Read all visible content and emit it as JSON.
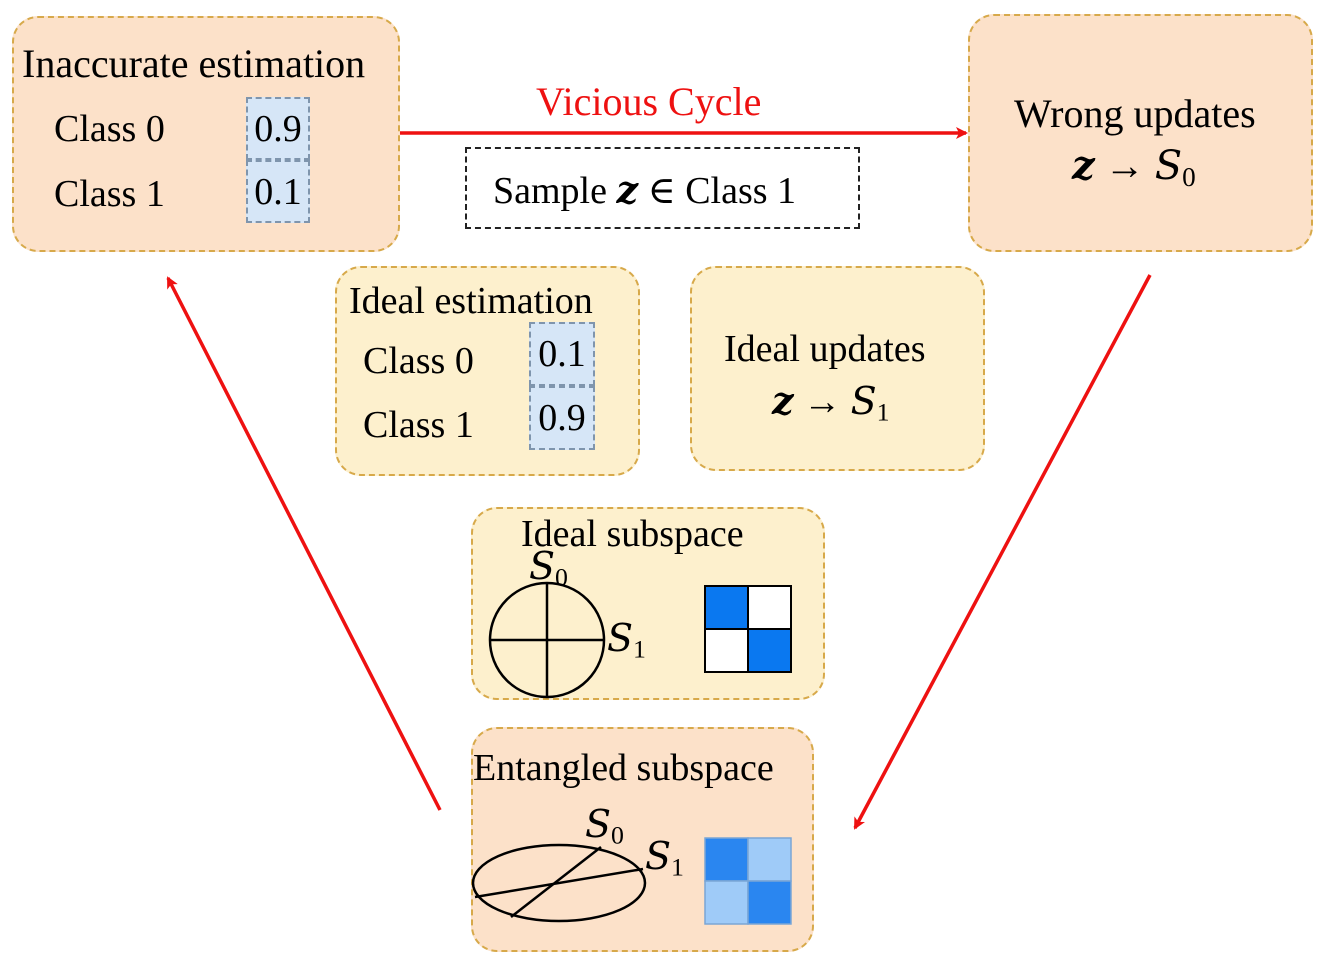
{
  "cycle": {
    "label": "Vicious  Cycle",
    "sample_prefix": "Sample ",
    "sample_var": "z",
    "sample_suffix": " ∈ Class 1"
  },
  "inaccurate": {
    "title": "Inaccurate estimation",
    "rows": [
      {
        "label": "Class 0",
        "value": "0.9"
      },
      {
        "label": "Class 1",
        "value": "0.1"
      }
    ]
  },
  "wrong_updates": {
    "title": "Wrong updates",
    "var": "z",
    "arrow": " → ",
    "target": "S",
    "target_sub": "0"
  },
  "ideal_estimation": {
    "title": "Ideal estimation",
    "rows": [
      {
        "label": "Class 0",
        "value": "0.1"
      },
      {
        "label": "Class 1",
        "value": "0.9"
      }
    ]
  },
  "ideal_updates": {
    "title": "Ideal updates",
    "var": "z",
    "arrow": " → ",
    "target": "S",
    "target_sub": "1"
  },
  "ideal_subspace": {
    "title": "Ideal subspace",
    "s0": "S",
    "s0_sub": "0",
    "s1": "S",
    "s1_sub": "1",
    "matrix_colors": [
      "#0a78f0",
      "#ffffff",
      "#ffffff",
      "#0a78f0"
    ]
  },
  "entangled_subspace": {
    "title": "Entangled subspace",
    "s0": "S",
    "s0_sub": "0",
    "s1": "S",
    "s1_sub": "1",
    "matrix_colors": [
      "#2a86f0",
      "#9fcbf8",
      "#9fcbf8",
      "#2a86f0"
    ]
  },
  "colors": {
    "arrow": "#ee1111",
    "peach_box": "#fce1c9",
    "cream_box": "#fdf0cd",
    "box_border": "#d7a94a"
  }
}
